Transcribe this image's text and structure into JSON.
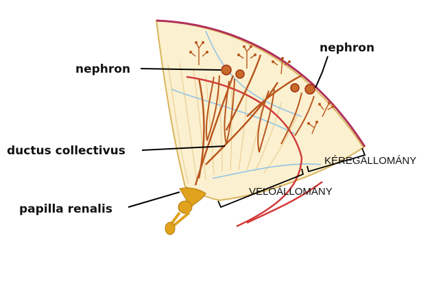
{
  "labels": {
    "nephron_left": "nephron",
    "nephron_right": "nephron",
    "ductus": "ductus collectivus",
    "papilla": "papilla renalis",
    "cortex": "KÉREGÁLLOMÁNY",
    "medulla": "VELŐÁLLOMÁNY"
  },
  "colors": {
    "tissue_fill": "#fbf0cf",
    "tissue_outline": "#d9b45a",
    "capsule": "#b0305a",
    "tubule": "#b8561e",
    "glomerulus": "#9c2f12",
    "vessel_red": "#d23a3a",
    "vessel_blue": "#8fc3e6",
    "papilla": "#e0a21c",
    "leader": "#000000"
  }
}
